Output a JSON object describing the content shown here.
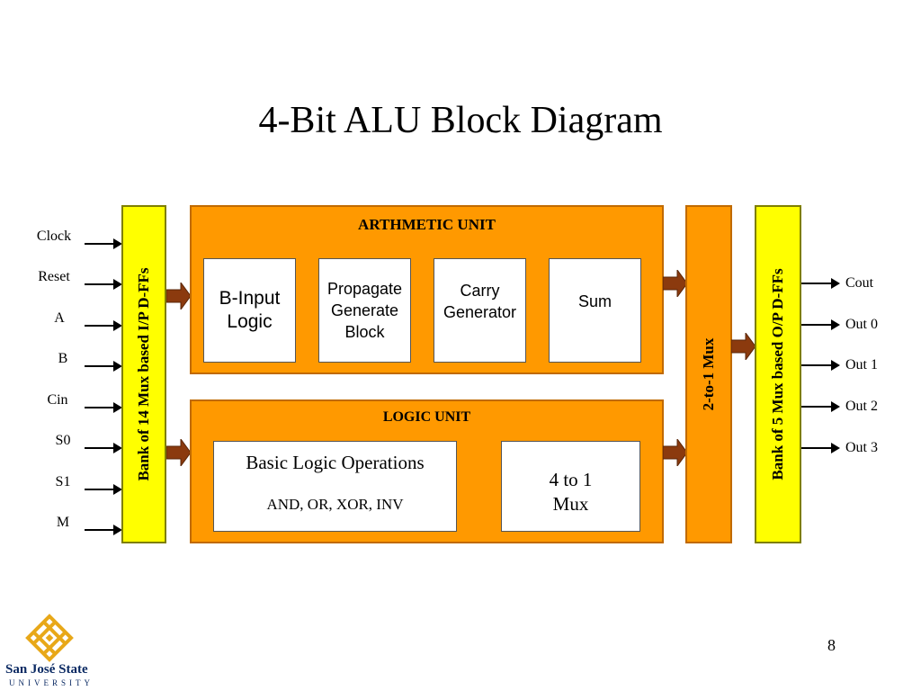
{
  "slide": {
    "title": "4-Bit ALU Block Diagram",
    "page_number": "8"
  },
  "inputs": [
    "Clock",
    "Reset",
    "A",
    "B",
    "Cin",
    "S0",
    "S1",
    "M"
  ],
  "input_bank": {
    "label": "Bank of 14  Mux based I/P D-FFs"
  },
  "arithmetic_unit": {
    "title": "ARTHMETIC UNIT",
    "blocks": [
      "B-Input\nLogic",
      "Propagate\nGenerate\nBlock",
      "Carry\nGenerator",
      "Sum"
    ]
  },
  "logic_unit": {
    "title": "LOGIC UNIT",
    "basic_ops_title": "Basic Logic Operations",
    "basic_ops_list": "AND, OR, XOR, INV",
    "mux": "4 to 1\nMux"
  },
  "mux_2to1": {
    "label": "2-to-1 Mux"
  },
  "output_bank": {
    "label": "Bank of 5  Mux based O/P D-FFs"
  },
  "outputs": [
    "Cout",
    "Out 0",
    "Out 1",
    "Out 2",
    "Out 3"
  ],
  "logo": {
    "name": "San José State",
    "sub": "UNIVERSITY"
  },
  "colors": {
    "orange": "#ff9900",
    "yellow": "#ffff00",
    "block_arrow": "#8b3a0e",
    "logo_gold": "#e8a818",
    "logo_blue": "#0b2a63"
  }
}
